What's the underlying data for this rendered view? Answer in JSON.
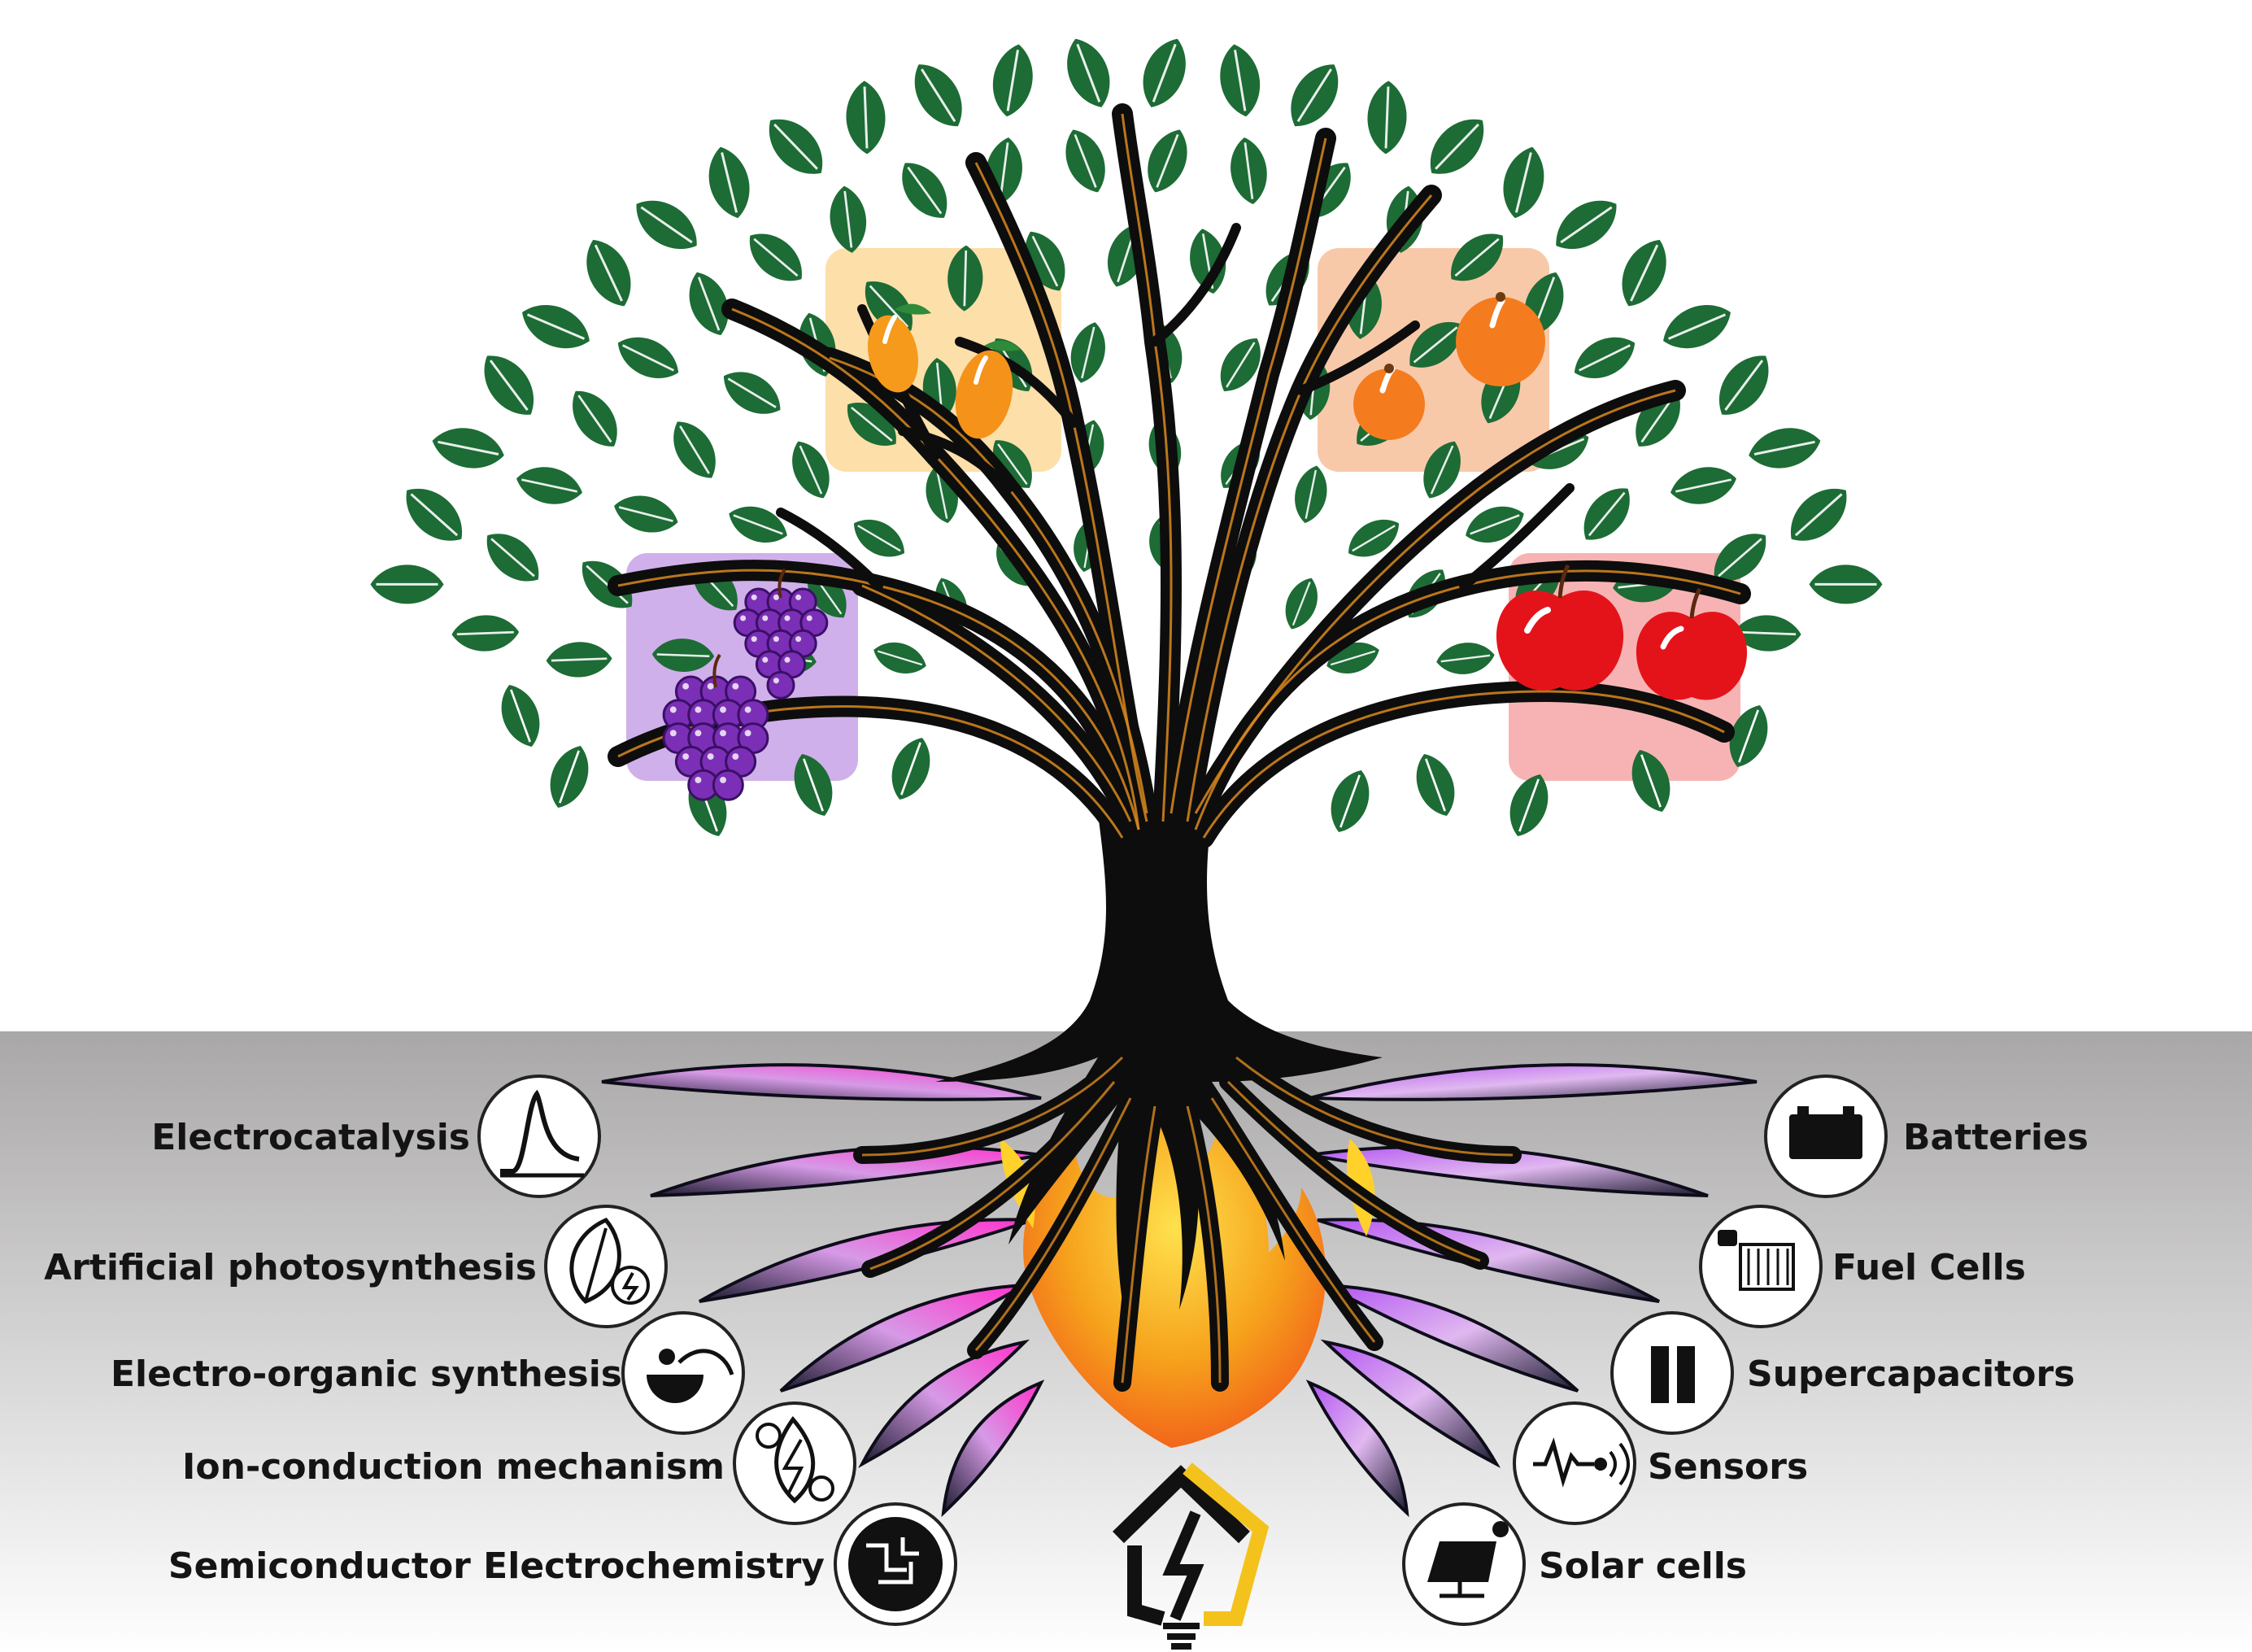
{
  "left_topics": [
    {
      "label": "Electrocatalysis",
      "icon": "cv-curve-icon"
    },
    {
      "label": "Artificial photosynthesis",
      "icon": "leaf-energy-icon"
    },
    {
      "label": "Electro-organic synthesis",
      "icon": "flask-synthesis-icon"
    },
    {
      "label": "Ion-conduction mechanism",
      "icon": "ion-charge-icon"
    },
    {
      "label": "Semiconductor Electrochemistry",
      "icon": "circuit-chip-icon"
    }
  ],
  "right_topics": [
    {
      "label": "Batteries",
      "icon": "battery-icon"
    },
    {
      "label": "Fuel Cells",
      "icon": "fuel-cell-icon"
    },
    {
      "label": "Supercapacitors",
      "icon": "supercapacitor-icon"
    },
    {
      "label": "Sensors",
      "icon": "sensor-signal-icon"
    },
    {
      "label": "Solar cells",
      "icon": "solar-panel-icon"
    }
  ],
  "fruits": [
    "mango-icon",
    "orange-icon",
    "grape-icon",
    "apple-icon"
  ],
  "colors": {
    "leaf": "#1d6b35",
    "trunk": "#0d0d0d",
    "trunk_vein": "#d98a1e",
    "ground_top": "#a9a7a7",
    "ground_bottom": "#ffffff",
    "mango_box": "#fbd99a",
    "orange_box": "#f7bf9a",
    "grape_box": "#c7a2e6",
    "apple_box": "#f6a6a6"
  }
}
